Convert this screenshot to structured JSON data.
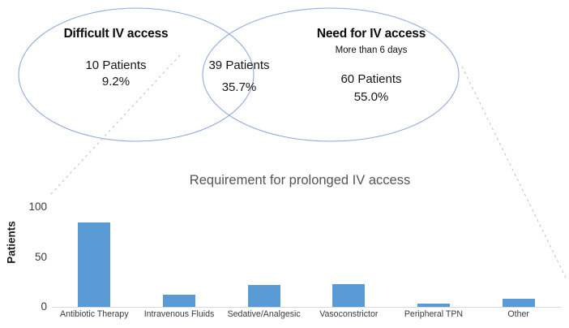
{
  "venn": {
    "left": {
      "title": "Difficult IV access",
      "count": "10 Patients",
      "percent": "9.2%"
    },
    "intersection": {
      "count": "39 Patients",
      "percent": "35.7%"
    },
    "right": {
      "title": "Need for IV access",
      "subtitle": "More than 6 days",
      "count": "60 Patients",
      "percent": "55.0%"
    },
    "outline_color": "#8faadc"
  },
  "chart_data": {
    "type": "bar",
    "title": "Requirement for prolonged IV access",
    "xlabel": "",
    "ylabel": "Patients",
    "categories": [
      "Antibiotic Therapy",
      "Intravenous Fluids",
      "Sedative/Analgesic",
      "Vasoconstrictor",
      "Peripheral TPN",
      "Other"
    ],
    "values": [
      78,
      12,
      21,
      22,
      4,
      8
    ],
    "ylim": [
      0,
      100
    ],
    "yticks": [
      "0",
      "50",
      "100"
    ],
    "grid": false,
    "legend": "none",
    "bar_color": "#5b9bd5"
  }
}
